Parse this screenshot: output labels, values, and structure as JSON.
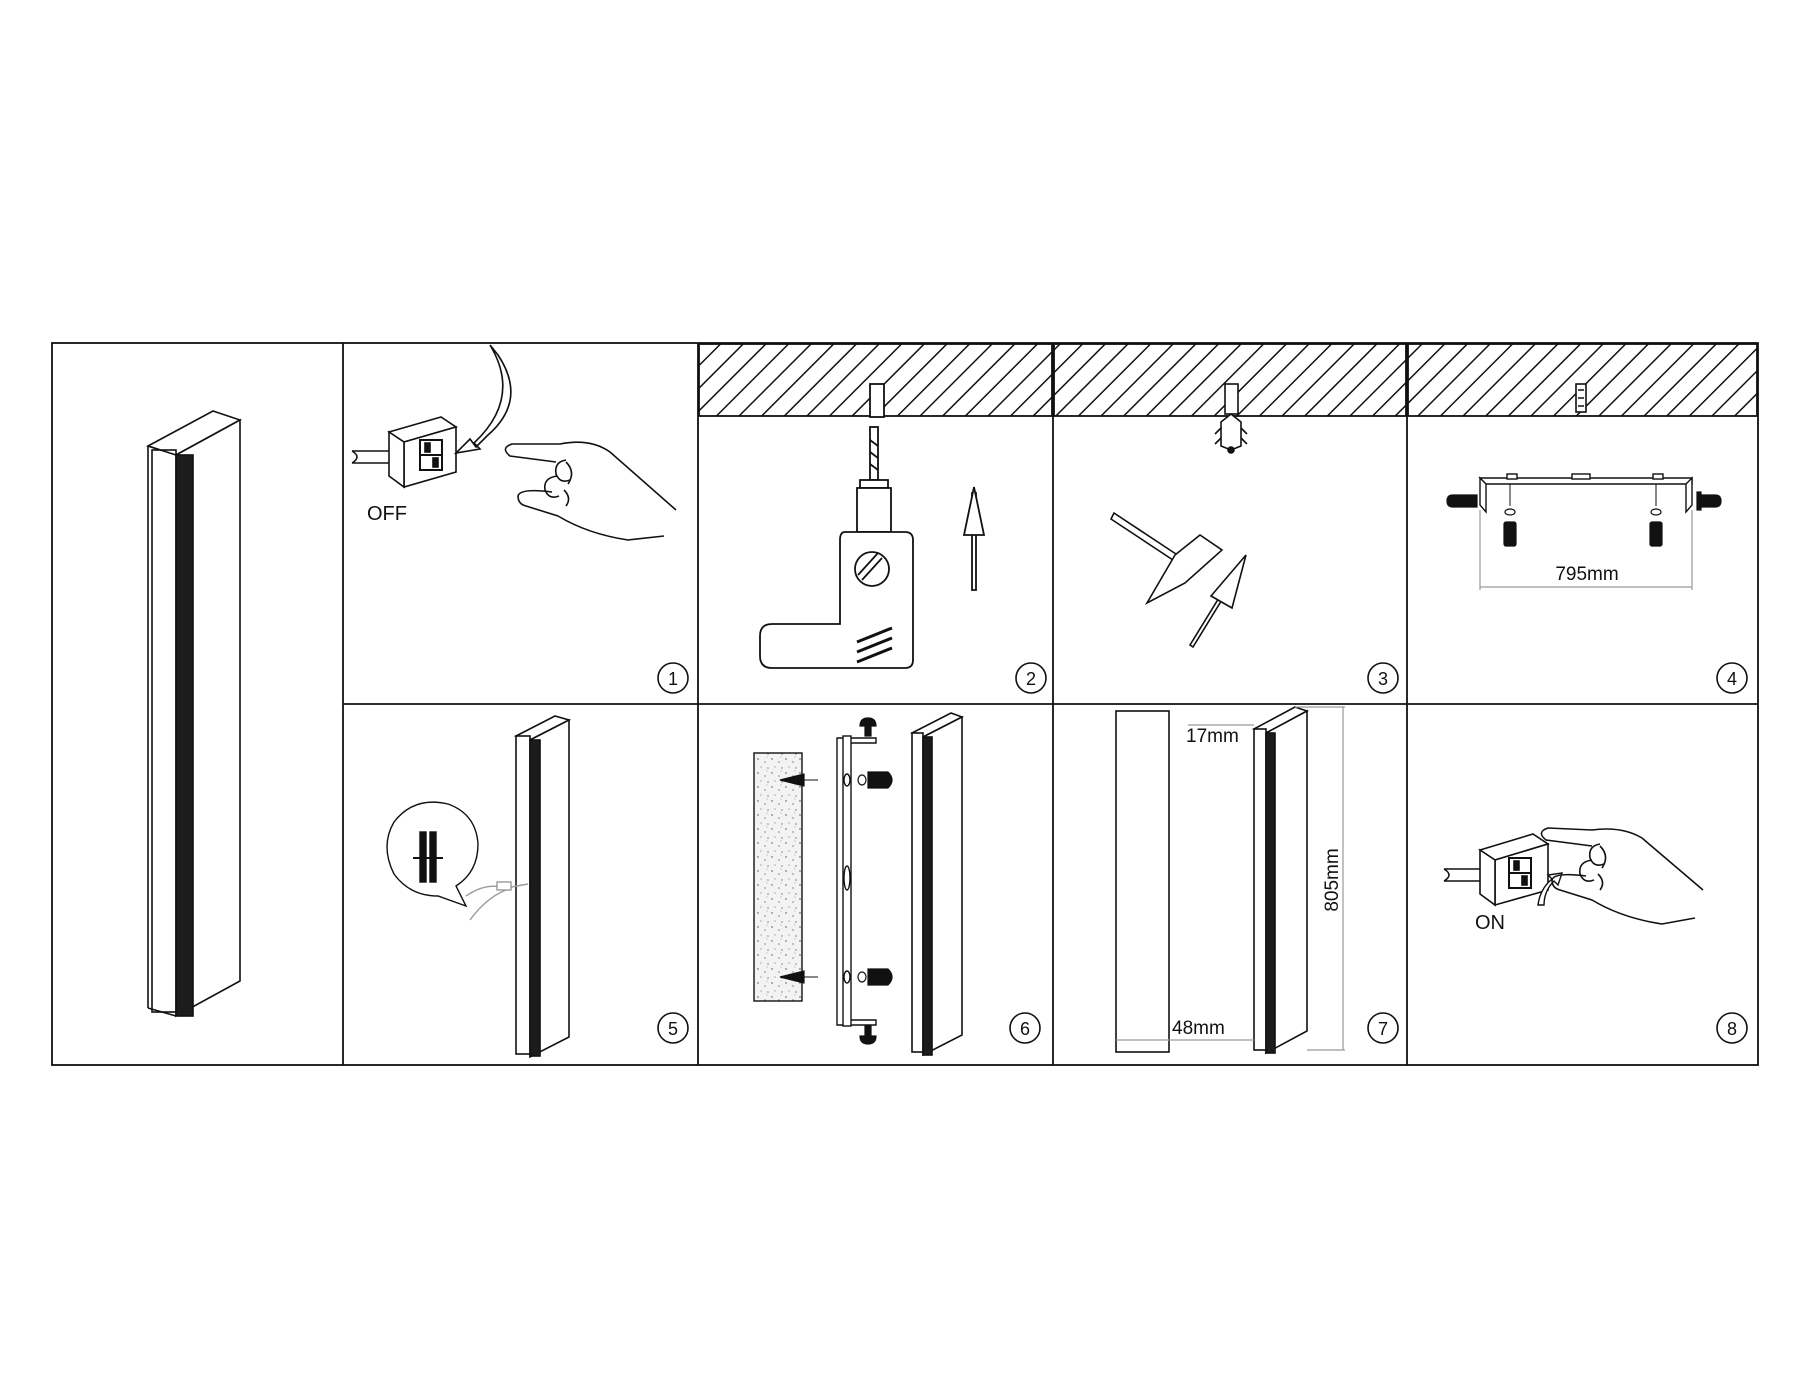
{
  "labels": {
    "off": "OFF",
    "on": "ON",
    "bracket_width": "795mm",
    "height": "805mm",
    "top_offset": "17mm",
    "depth": "48mm"
  },
  "steps": [
    "1",
    "2",
    "3",
    "4",
    "5",
    "6",
    "7",
    "8"
  ],
  "colors": {
    "line": "#111111",
    "background": "#ffffff",
    "dimension": "#9a9a9a",
    "fixture_slot": "#1c1c1c"
  },
  "icons": [
    "wall-switch-icon",
    "hand-icon",
    "curved-arrow-icon",
    "drill-icon",
    "arrow-up-icon",
    "wall-plug-icon",
    "hammer-icon",
    "mounting-bracket-icon",
    "screw-icon",
    "wire-connector-icon",
    "light-fixture-icon",
    "wall-board-icon"
  ]
}
